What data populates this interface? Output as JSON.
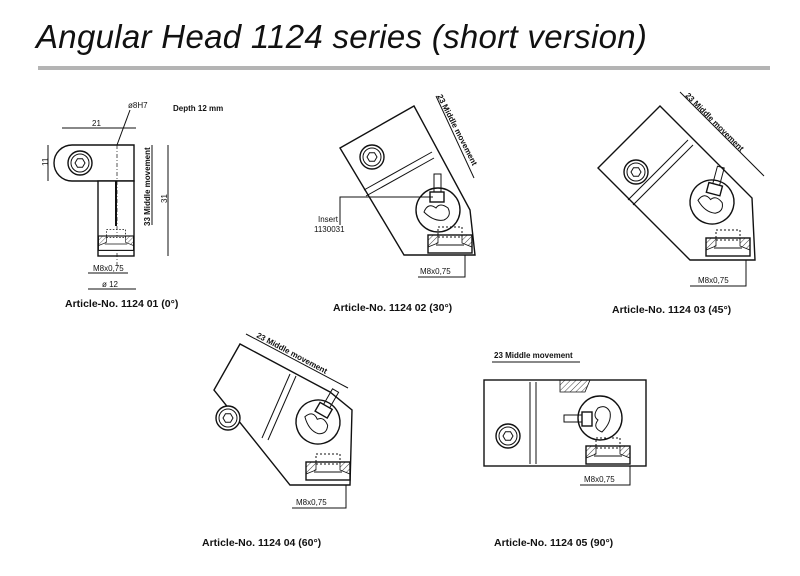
{
  "page": {
    "title": "Angular Head 1124 series (short version)"
  },
  "drawings": [
    {
      "caption": "Article-No. 1124 01 (0°)",
      "labels": {
        "depth": "Depth 12 mm",
        "bore": "ø8H7",
        "width": "21",
        "height_small": "11",
        "movement": "33 Middle movement",
        "height": "31",
        "thread": "M8x0,75",
        "diameter": "ø 12"
      }
    },
    {
      "caption": "Article-No. 1124 02 (30°)",
      "labels": {
        "movement": "23 Middle movement",
        "insert": "Insert",
        "insert_no": "1130031",
        "thread": "M8x0,75"
      }
    },
    {
      "caption": "Article-No. 1124 03 (45°)",
      "labels": {
        "movement": "23 Middle movement",
        "thread": "M8x0,75"
      }
    },
    {
      "caption": "Article-No. 1124 04 (60°)",
      "labels": {
        "movement": "23 Middle movement",
        "thread": "M8x0,75"
      }
    },
    {
      "caption": "Article-No. 1124 05 (90°)",
      "labels": {
        "movement": "23 Middle movement",
        "thread": "M8x0,75"
      }
    }
  ]
}
